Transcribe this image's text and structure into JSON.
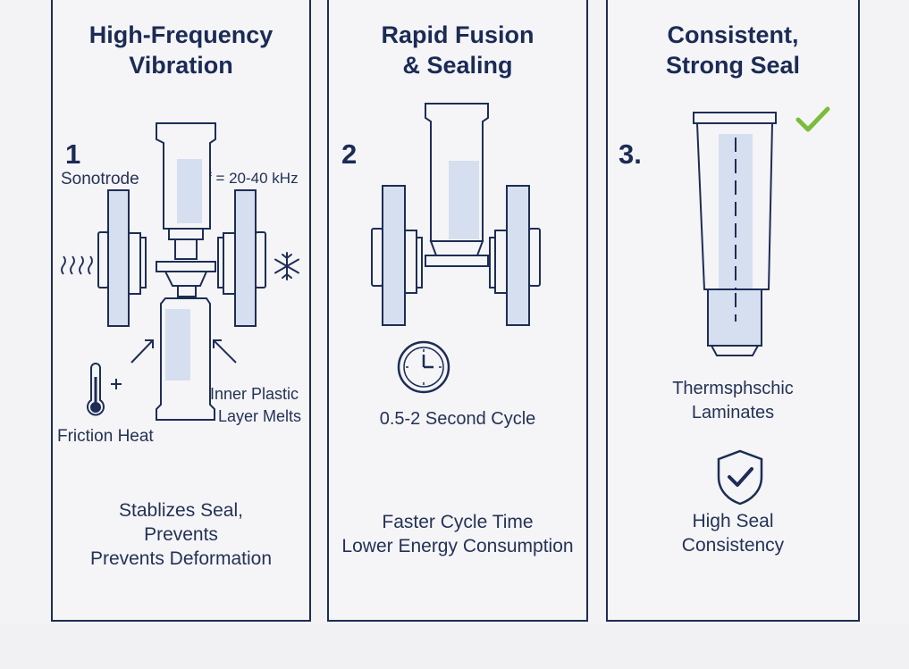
{
  "panels": [
    {
      "title_line1": "High-Frequency",
      "title_line2": "Vibration",
      "number": "1",
      "labels": {
        "sonotrode": "Sonotrode",
        "frequency": "f = 20-40 kHz",
        "inner_plastic_1": "Inner Plastic",
        "inner_plastic_2": "Layer Melts",
        "friction_heat": "Friction Heat"
      },
      "footer_line1": "Stablizes Seal,",
      "footer_line2": "Prevents",
      "footer_line3": "Prevents Deformation"
    },
    {
      "title_line1": "Rapid Fusion",
      "title_line2": "& Sealing",
      "number": "2",
      "cycle_label": "0.5-2 Second Cycle",
      "footer_line1": "Faster Cycle Time",
      "footer_line2": "Lower Energy Consumption"
    },
    {
      "title_line1": "Consistent,",
      "title_line2": "Strong Seal",
      "number": "3.",
      "laminate_line1": "Thermsphschic",
      "laminate_line2": "Laminates",
      "footer_line1": "High Seal",
      "footer_line2": "Consistency"
    }
  ],
  "colors": {
    "navy": "#1d2d55",
    "light_blue": "#d6dff0",
    "check_green": "#7bbd3a"
  },
  "icons": [
    "heat-waves-icon",
    "snowflake-icon",
    "thermometer-icon",
    "clock-icon",
    "checkmark-icon",
    "shield-check-icon"
  ]
}
